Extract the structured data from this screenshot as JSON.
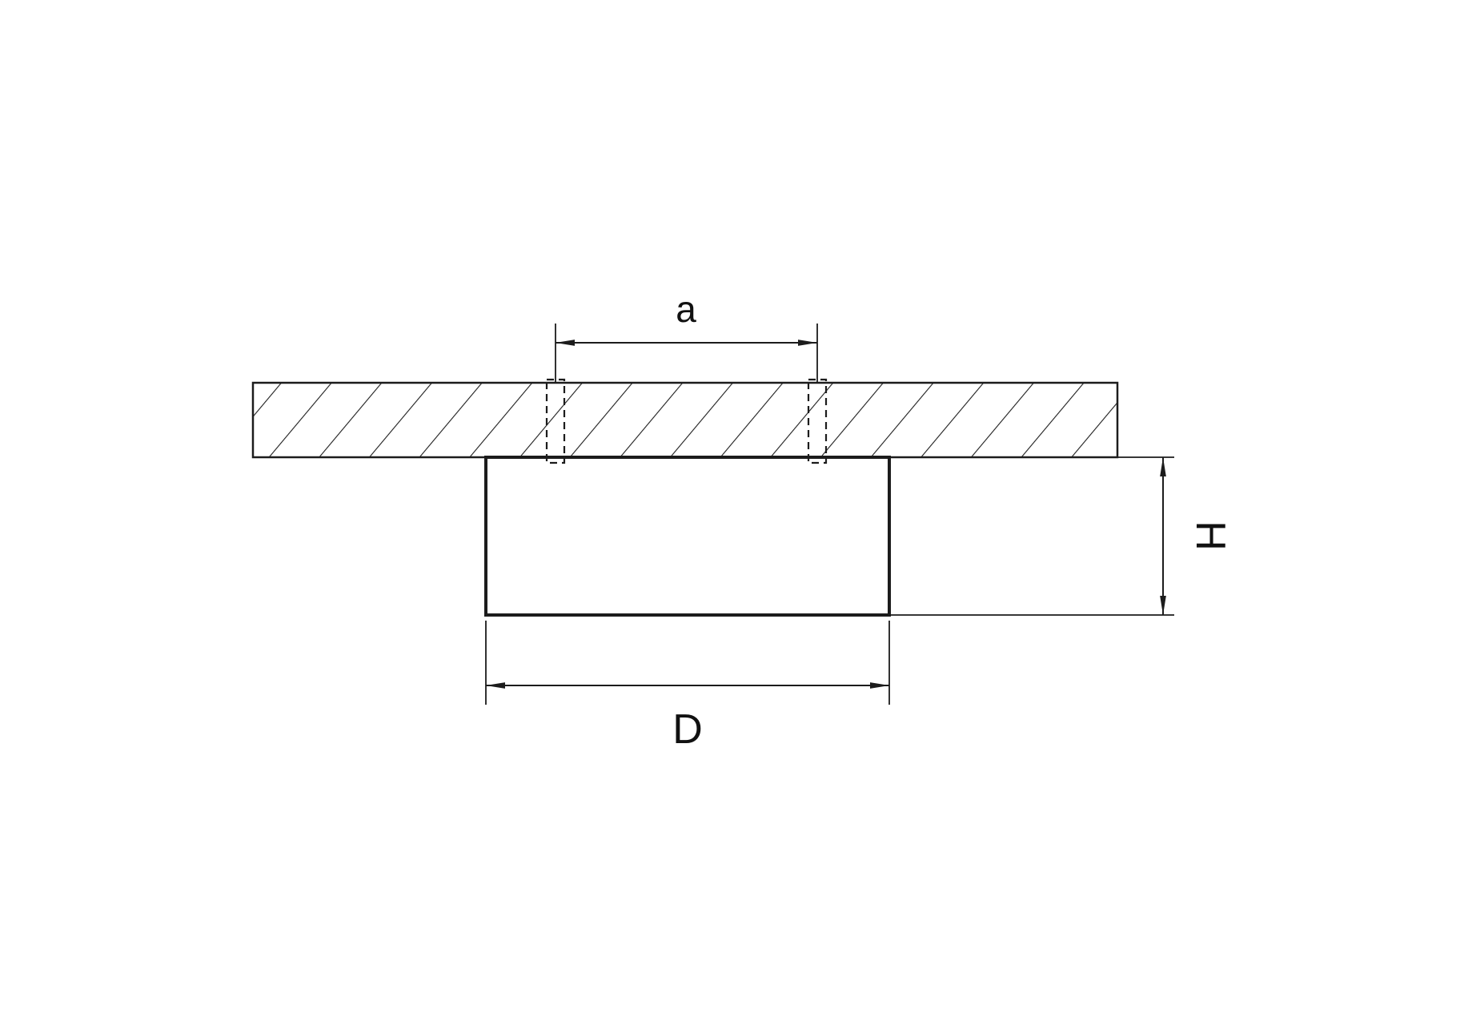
{
  "page": {
    "background_color": "#ffffff",
    "line_color": "#1c1c1c"
  },
  "diagram": {
    "kind": "technical-dimension-drawing",
    "labels": {
      "hole_spacing": "a",
      "width": "D",
      "height": "H"
    }
  }
}
